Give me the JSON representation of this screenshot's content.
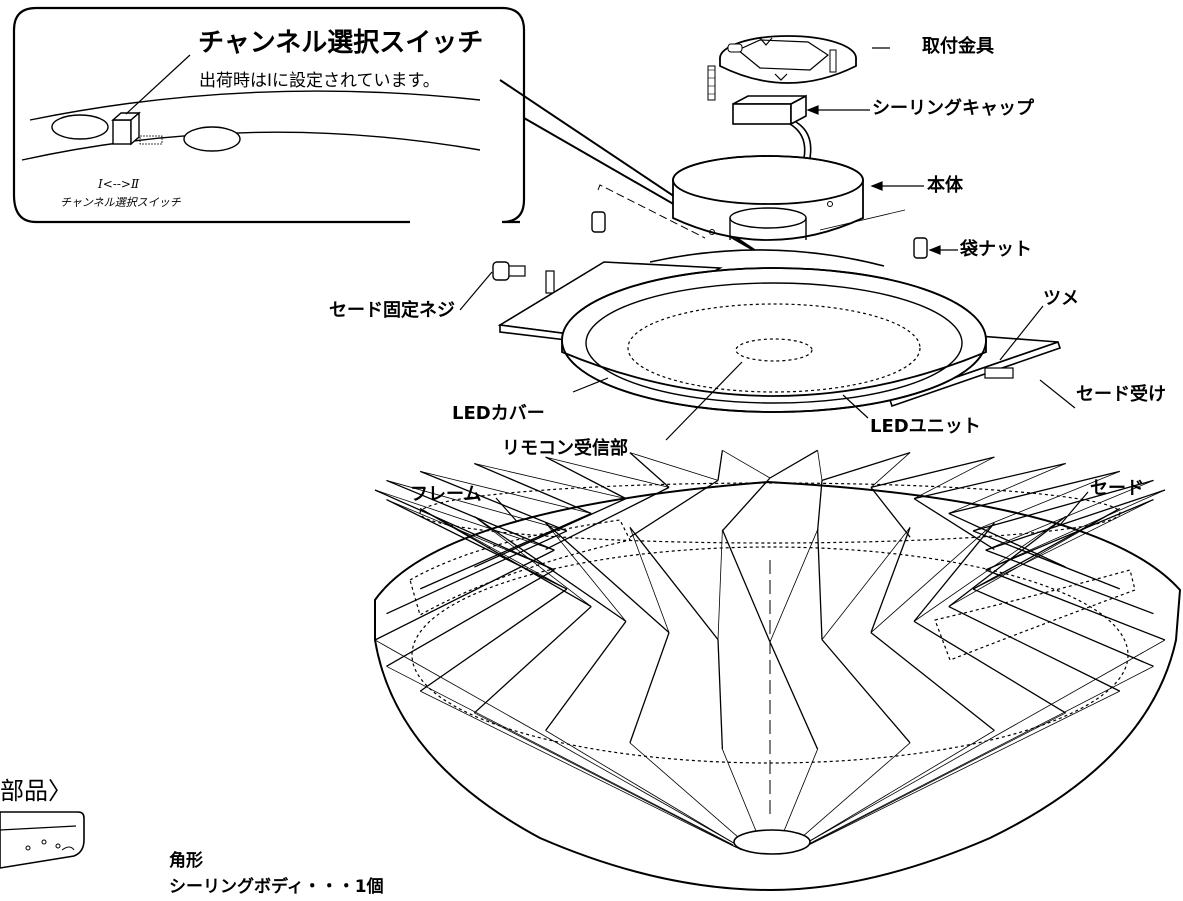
{
  "callout": {
    "title": "チャンネル選択スイッチ",
    "subtitle": "出荷時はⅠに設定されています。",
    "switch_indicator": "Ⅰ<-->Ⅱ",
    "switch_caption": "チャンネル選択スイッチ"
  },
  "parts": {
    "mounting_bracket": "取付金具",
    "ceiling_cap": "シーリングキャップ",
    "body": "本体",
    "cap_nut": "袋ナット",
    "shade_screw": "セード固定ネジ",
    "claw": "ツメ",
    "shade_holder": "セード受け",
    "led_cover": "LEDカバー",
    "led_unit": "LEDユニット",
    "remote_receiver": "リモコン受信部",
    "frame": "フレーム",
    "shade": "セード"
  },
  "accessories": {
    "title_fragment": "部品〉",
    "item_line1": "角形",
    "item_line2": "シーリングボディ・・・1個"
  }
}
